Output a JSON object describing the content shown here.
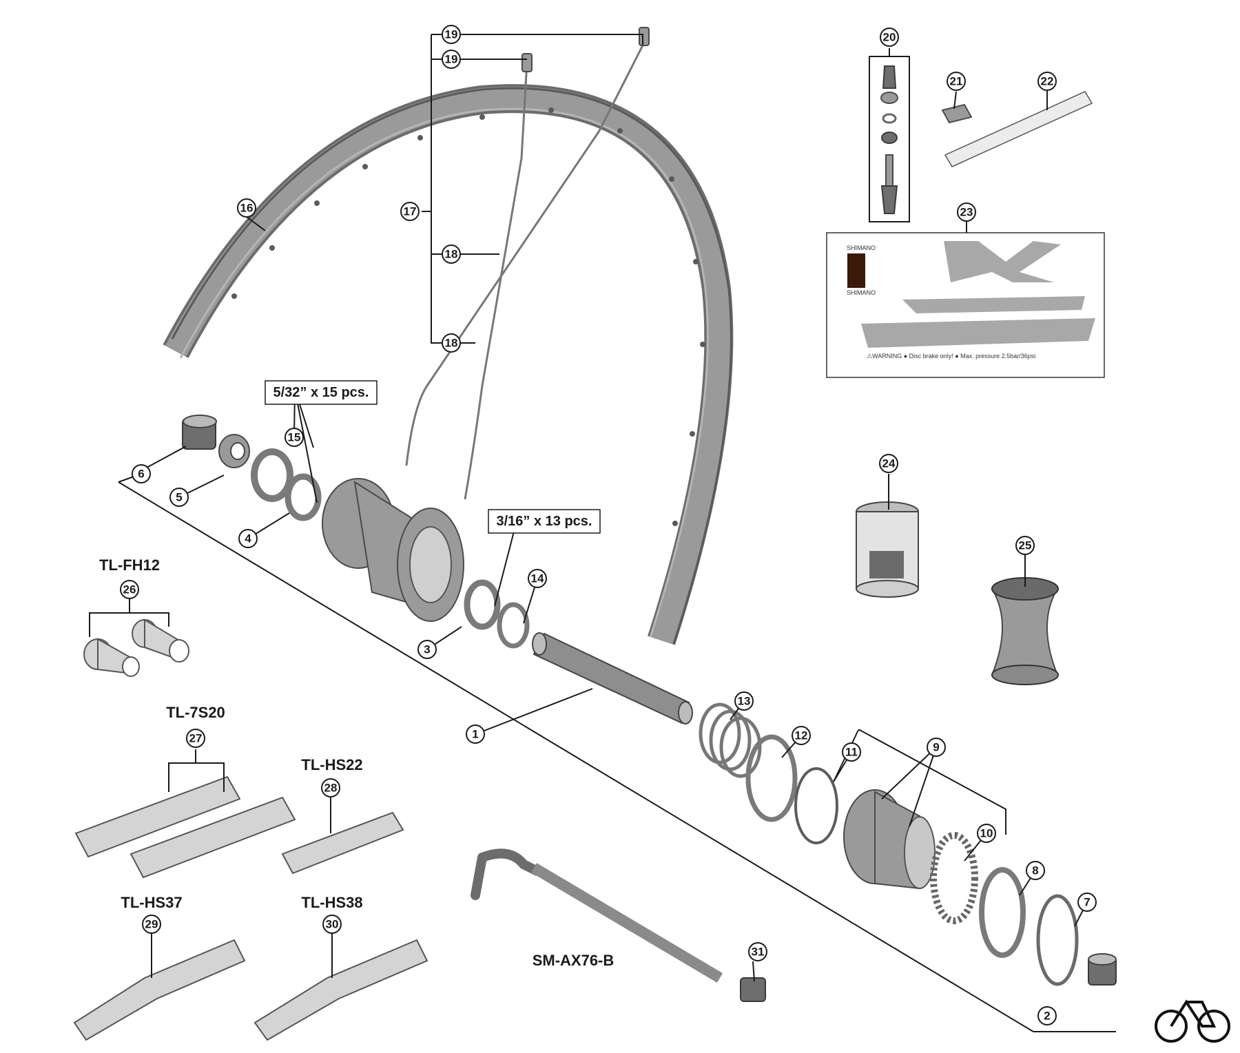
{
  "callouts": [
    "1",
    "2",
    "3",
    "4",
    "5",
    "6",
    "7",
    "8",
    "9",
    "10",
    "11",
    "12",
    "13",
    "14",
    "15",
    "16",
    "17",
    "18",
    "18",
    "19",
    "19",
    "20",
    "21",
    "22",
    "23",
    "24",
    "25",
    "26",
    "27",
    "28",
    "29",
    "30",
    "31"
  ],
  "tool_labels": {
    "tl_fh12": "TL-FH12",
    "tl_7s20": "TL-7S20",
    "tl_hs22": "TL-HS22",
    "tl_hs37": "TL-HS37",
    "tl_hs38": "TL-HS38",
    "sm_ax76": "SM-AX76-B"
  },
  "quantity_labels": {
    "balls_left": "5/32” x 15 pcs.",
    "balls_right": "3/16” x 13 pcs."
  },
  "decal": {
    "brand": "SHIMANO",
    "warning": "⚠WARNING ● Disc brake only! ● Max. pressure 2.5bar/36psi"
  },
  "colors": {
    "part_fill": "#9a9a9a",
    "part_stroke": "#4a4a4a",
    "line": "#1a1a1a"
  },
  "icons": {
    "corner_logo": "bicycle-icon"
  }
}
